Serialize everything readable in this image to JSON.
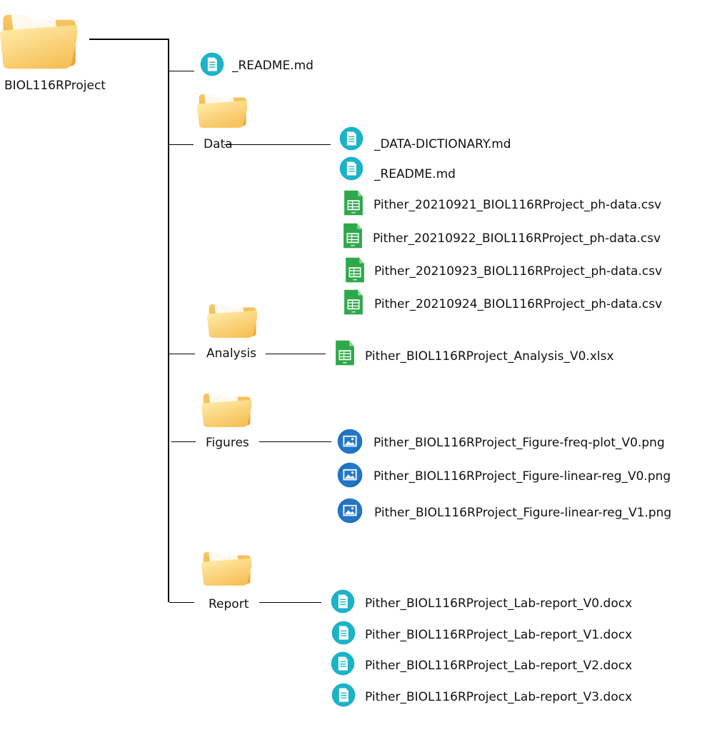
{
  "root": {
    "name": "BIOL116RProject",
    "icon": "folder-icon"
  },
  "root_files": [
    {
      "name": "_README.md",
      "icon": "document-icon"
    }
  ],
  "folders": [
    {
      "name": "Data",
      "icon": "folder-icon",
      "files": [
        {
          "name": "_DATA-DICTIONARY.md",
          "icon": "document-icon"
        },
        {
          "name": "_README.md",
          "icon": "document-icon"
        },
        {
          "name": "Pither_20210921_BIOL116RProject_ph-data.csv",
          "icon": "spreadsheet-icon"
        },
        {
          "name": "Pither_20210922_BIOL116RProject_ph-data.csv",
          "icon": "spreadsheet-icon"
        },
        {
          "name": "Pither_20210923_BIOL116RProject_ph-data.csv",
          "icon": "spreadsheet-icon"
        },
        {
          "name": "Pither_20210924_BIOL116RProject_ph-data.csv",
          "icon": "spreadsheet-icon"
        }
      ]
    },
    {
      "name": "Analysis",
      "icon": "folder-icon",
      "files": [
        {
          "name": "Pither_BIOL116RProject_Analysis_V0.xlsx",
          "icon": "spreadsheet-icon"
        }
      ]
    },
    {
      "name": "Figures",
      "icon": "folder-icon",
      "files": [
        {
          "name": "Pither_BIOL116RProject_Figure-freq-plot_V0.png",
          "icon": "image-icon"
        },
        {
          "name": "Pither_BIOL116RProject_Figure-linear-reg_V0.png",
          "icon": "image-icon"
        },
        {
          "name": "Pither_BIOL116RProject_Figure-linear-reg_V1.png",
          "icon": "image-icon"
        }
      ]
    },
    {
      "name": "Report",
      "icon": "folder-icon",
      "files": [
        {
          "name": "Pither_BIOL116RProject_Lab-report_V0.docx",
          "icon": "document-icon"
        },
        {
          "name": "Pither_BIOL116RProject_Lab-report_V1.docx",
          "icon": "document-icon"
        },
        {
          "name": "Pither_BIOL116RProject_Lab-report_V2.docx",
          "icon": "document-icon"
        },
        {
          "name": "Pither_BIOL116RProject_Lab-report_V3.docx",
          "icon": "document-icon"
        }
      ]
    }
  ],
  "colors": {
    "folder_light": "#FFE08A",
    "folder_dark": "#F5B54A",
    "doc_circle": "#1BB3C7",
    "sheet_green": "#2EA84A",
    "image_circle": "#1F6FBF",
    "line": "#000000"
  }
}
